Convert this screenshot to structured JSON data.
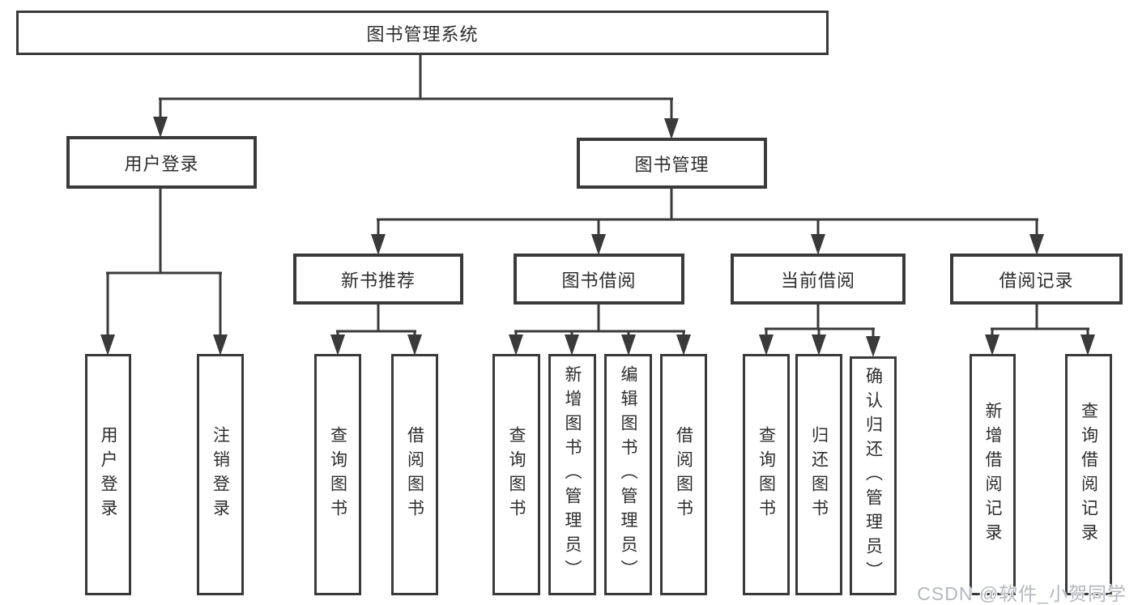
{
  "colors": {
    "line": "#3a3a3a",
    "text": "#2d2d2d",
    "box_bg": "#ffffff",
    "watermark": "#b3b8bf",
    "background": "#ffffff"
  },
  "watermark": {
    "text": "CSDN @软件_小贺同学"
  },
  "tree": {
    "label": "图书管理系统",
    "children": [
      {
        "label": "用户登录",
        "children": [
          {
            "label": "用户登录"
          },
          {
            "label": "注销登录"
          }
        ]
      },
      {
        "label": "图书管理",
        "children": [
          {
            "label": "新书推荐",
            "children": [
              {
                "label": "查询图书"
              },
              {
                "label": "借阅图书"
              }
            ]
          },
          {
            "label": "图书借阅",
            "children": [
              {
                "label": "查询图书"
              },
              {
                "label": "新增图书（管理员）"
              },
              {
                "label": "编辑图书（管理员）"
              },
              {
                "label": "借阅图书"
              }
            ]
          },
          {
            "label": "当前借阅",
            "children": [
              {
                "label": "查询图书"
              },
              {
                "label": "归还图书"
              },
              {
                "label": "确认归还（管理员）"
              }
            ]
          },
          {
            "label": "借阅记录",
            "children": [
              {
                "label": "新增借阅记录"
              },
              {
                "label": "查询借阅记录"
              }
            ]
          }
        ]
      }
    ]
  }
}
